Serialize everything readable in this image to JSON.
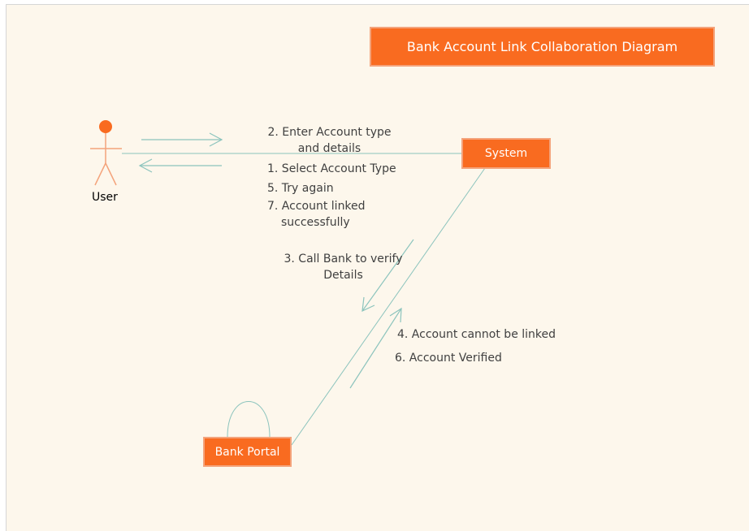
{
  "colors": {
    "background": "#fdf7ec",
    "node_fill": "#f96b20",
    "node_border": "#f4a37b",
    "connector": "#8cc4bd",
    "actor_head": "#f96b20",
    "actor_body": "#f4a37b",
    "text": "#404040"
  },
  "title": "Bank Account Link Collaboration Diagram",
  "actor": {
    "label": "User",
    "icon": "stick-figure-actor-icon"
  },
  "nodes": {
    "system": "System",
    "bank_portal": "Bank Portal"
  },
  "messages": {
    "user_to_system": [
      "2. Enter Account type",
      "and details"
    ],
    "system_to_user": [
      "1. Select Account Type",
      "5. Try again",
      "7. Account linked",
      "successfully"
    ],
    "system_to_bank": [
      "3. Call Bank to verify",
      "Details"
    ],
    "bank_to_system": [
      "4. Account cannot be linked",
      "6. Account Verified"
    ]
  }
}
